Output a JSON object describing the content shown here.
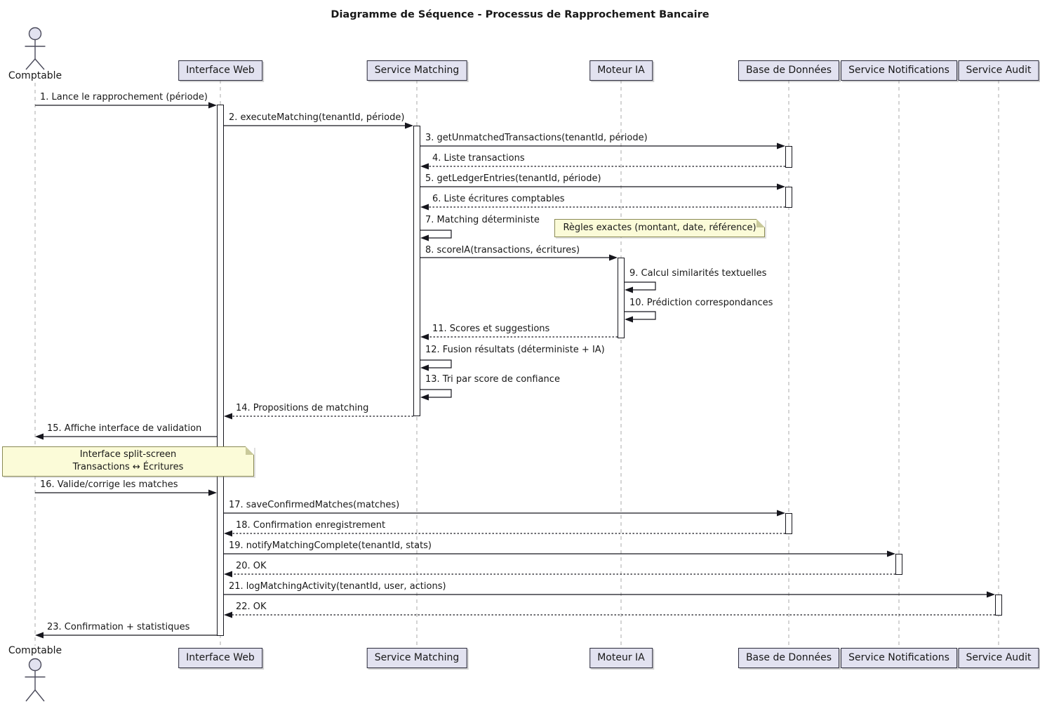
{
  "diagram": {
    "type": "sequence",
    "title": "Diagramme de Séquence - Processus de Rapprochement Bancaire"
  },
  "actor": {
    "label": "Comptable"
  },
  "participants": [
    {
      "label": "Interface Web"
    },
    {
      "label": "Service Matching"
    },
    {
      "label": "Moteur IA"
    },
    {
      "label": "Base de Données"
    },
    {
      "label": "Service Notifications"
    },
    {
      "label": "Service Audit"
    }
  ],
  "messages": [
    {
      "label": "1. Lance le rapprochement (période)",
      "from": "Comptable",
      "to": "Interface Web",
      "style": "solid"
    },
    {
      "label": "2. executeMatching(tenantId, période)",
      "from": "Interface Web",
      "to": "Service Matching",
      "style": "solid"
    },
    {
      "label": "3. getUnmatchedTransactions(tenantId, période)",
      "from": "Service Matching",
      "to": "Base de Données",
      "style": "solid"
    },
    {
      "label": "4. Liste transactions",
      "from": "Base de Données",
      "to": "Service Matching",
      "style": "dashed"
    },
    {
      "label": "5. getLedgerEntries(tenantId, période)",
      "from": "Service Matching",
      "to": "Base de Données",
      "style": "solid"
    },
    {
      "label": "6. Liste écritures comptables",
      "from": "Base de Données",
      "to": "Service Matching",
      "style": "dashed"
    },
    {
      "label": "7. Matching déterministe",
      "from": "Service Matching",
      "to": "Service Matching",
      "style": "self"
    },
    {
      "label": "8. scoreIA(transactions, écritures)",
      "from": "Service Matching",
      "to": "Moteur IA",
      "style": "solid"
    },
    {
      "label": "9. Calcul similarités textuelles",
      "from": "Moteur IA",
      "to": "Moteur IA",
      "style": "self"
    },
    {
      "label": "10. Prédiction correspondances",
      "from": "Moteur IA",
      "to": "Moteur IA",
      "style": "self"
    },
    {
      "label": "11. Scores et suggestions",
      "from": "Moteur IA",
      "to": "Service Matching",
      "style": "dashed"
    },
    {
      "label": "12. Fusion résultats (déterministe + IA)",
      "from": "Service Matching",
      "to": "Service Matching",
      "style": "self"
    },
    {
      "label": "13. Tri par score de confiance",
      "from": "Service Matching",
      "to": "Service Matching",
      "style": "self"
    },
    {
      "label": "14. Propositions de matching",
      "from": "Service Matching",
      "to": "Interface Web",
      "style": "dashed"
    },
    {
      "label": "15. Affiche interface de validation",
      "from": "Interface Web",
      "to": "Comptable",
      "style": "solid"
    },
    {
      "label": "16. Valide/corrige les matches",
      "from": "Comptable",
      "to": "Interface Web",
      "style": "solid"
    },
    {
      "label": "17. saveConfirmedMatches(matches)",
      "from": "Interface Web",
      "to": "Base de Données",
      "style": "solid"
    },
    {
      "label": "18. Confirmation enregistrement",
      "from": "Base de Données",
      "to": "Interface Web",
      "style": "dashed"
    },
    {
      "label": "19. notifyMatchingComplete(tenantId, stats)",
      "from": "Interface Web",
      "to": "Service Notifications",
      "style": "solid"
    },
    {
      "label": "20. OK",
      "from": "Service Notifications",
      "to": "Interface Web",
      "style": "dashed"
    },
    {
      "label": "21. logMatchingActivity(tenantId, user, actions)",
      "from": "Interface Web",
      "to": "Service Audit",
      "style": "solid"
    },
    {
      "label": "22. OK",
      "from": "Service Audit",
      "to": "Interface Web",
      "style": "dashed"
    },
    {
      "label": "23. Confirmation + statistiques",
      "from": "Interface Web",
      "to": "Comptable",
      "style": "solid"
    }
  ],
  "notes": [
    {
      "lines": [
        "Règles exactes (montant, date, référence)"
      ]
    },
    {
      "lines": [
        "Interface split-screen",
        "Transactions ↔ Écritures"
      ]
    }
  ],
  "colors": {
    "participant_fill": "#E2E2F0",
    "participant_border": "#2A2A3A",
    "note_fill": "#FBFBD8",
    "note_border": "#8A8A55",
    "lifeline": "#A8A8A8",
    "line": "#181818",
    "background": "#FFFFFF"
  }
}
